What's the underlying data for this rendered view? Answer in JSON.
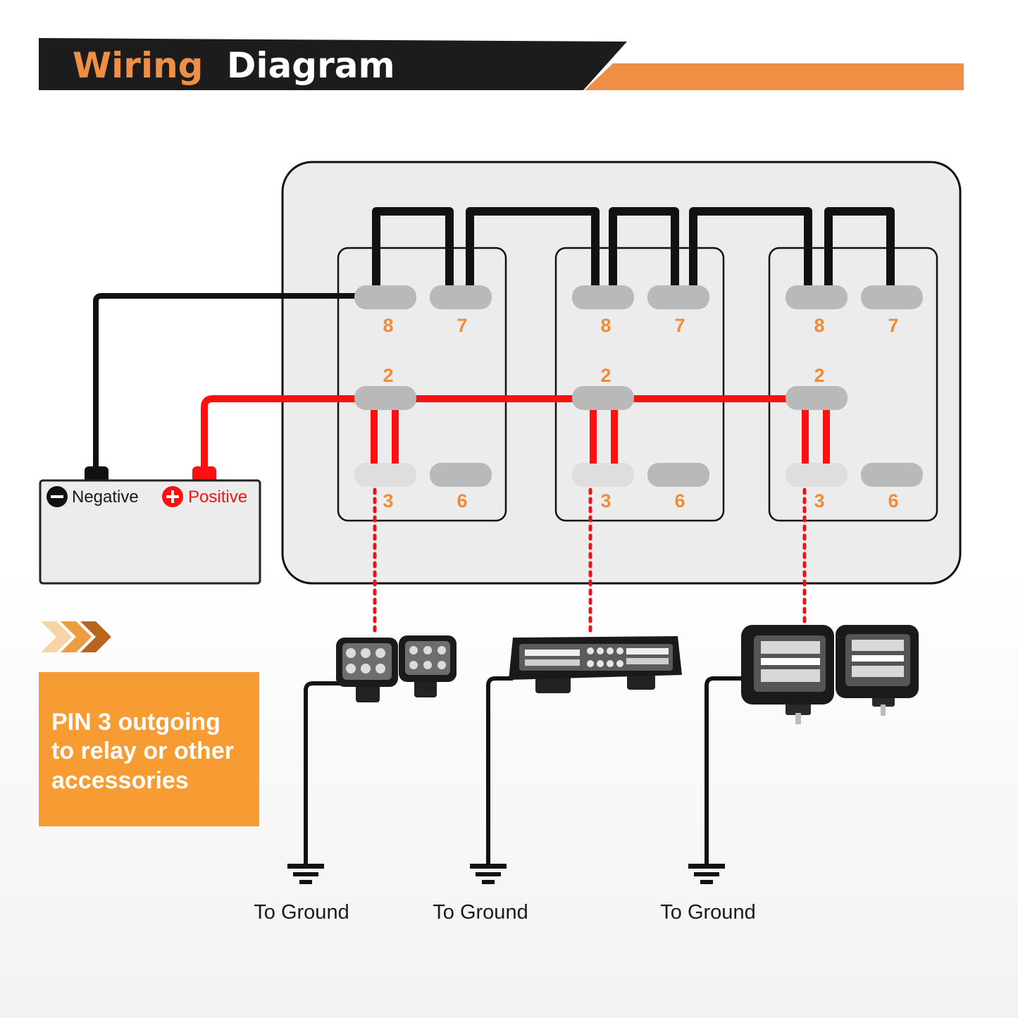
{
  "title": {
    "word1": "Wiring",
    "word2": "Diagram"
  },
  "colors": {
    "accent_orange": "#ef8f45",
    "title_bar": "#1c1c1c",
    "positive_wire": "#ff1010",
    "negative_wire": "#111111",
    "pin_label": "#ef8c3a",
    "note_box": "#f79c33"
  },
  "battery": {
    "negative_label": "Negative",
    "positive_label": "Positive"
  },
  "switches": [
    {
      "pins": {
        "p8": "8",
        "p7": "7",
        "p2": "2",
        "p3": "3",
        "p6": "6"
      }
    },
    {
      "pins": {
        "p8": "8",
        "p7": "7",
        "p2": "2",
        "p3": "3",
        "p6": "6"
      }
    },
    {
      "pins": {
        "p8": "8",
        "p7": "7",
        "p2": "2",
        "p3": "3",
        "p6": "6"
      }
    }
  ],
  "lights": [
    {
      "icon": "pod-light-pair-icon"
    },
    {
      "icon": "light-bar-icon"
    },
    {
      "icon": "dual-row-pod-light-pair-icon"
    }
  ],
  "grounds": [
    {
      "label": "To Ground"
    },
    {
      "label": "To Ground"
    },
    {
      "label": "To Ground"
    }
  ],
  "note": {
    "lines": [
      "PIN 3 outgoing",
      "to relay or other",
      "accessories"
    ]
  }
}
